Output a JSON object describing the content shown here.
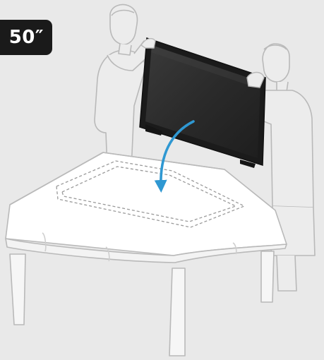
{
  "badge": {
    "size_label": "50″"
  },
  "colors": {
    "background": "#e9e9e9",
    "badge": "#1a1a1a",
    "arrow": "#2f98d2",
    "tv_screen": "#2b2b2b",
    "tv_frame": "#1b1b1b",
    "outline": "#b9b9b9",
    "cloth": "#ffffff"
  },
  "icons": {
    "direction": "curved-arrow-down",
    "placement": "dashed-outline"
  }
}
